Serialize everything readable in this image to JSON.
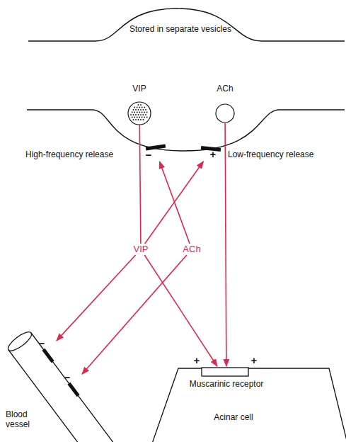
{
  "diagram": {
    "nodes": [
      {
        "text": [
          "Stored in separate vesicles"
        ]
      },
      {
        "text": [
          "VIP"
        ],
        "in": 0
      },
      {
        "text": [
          "ACh"
        ],
        "in": 0
      },
      {
        "text": [
          "−"
        ],
        "in": 0
      },
      {
        "text": [
          "+"
        ],
        "in": 0
      },
      {
        "text": [
          "VIP"
        ]
      },
      {
        "text": [
          "ACh"
        ]
      },
      {
        "text": [
          "Blood vessel"
        ]
      },
      {
        "text": [
          "−"
        ],
        "in": 7
      },
      {
        "text": [
          "−"
        ],
        "in": 7
      },
      {
        "text": [
          "Acinar cell"
        ]
      },
      {
        "text": [
          "Muscarinic receptor"
        ],
        "in": 10
      }
    ],
    "edges": [
      {
        "from": 1,
        "to": 5,
        "arrow": "none"
      },
      {
        "from": 5,
        "to": 4,
        "arrow": "to"
      },
      {
        "from": 6,
        "to": 3,
        "arrow": "to"
      },
      {
        "from": 2,
        "to": 11,
        "arrow": "to"
      },
      {
        "from": 5,
        "to": 8,
        "arrow": "to"
      },
      {
        "from": 5,
        "to": 11,
        "arrow": "to"
      },
      {
        "from": 6,
        "to": 9,
        "arrow": "to"
      }
    ],
    "labels": [
      "High-frequency release",
      "Low-frequency release",
      "+",
      "+"
    ]
  }
}
